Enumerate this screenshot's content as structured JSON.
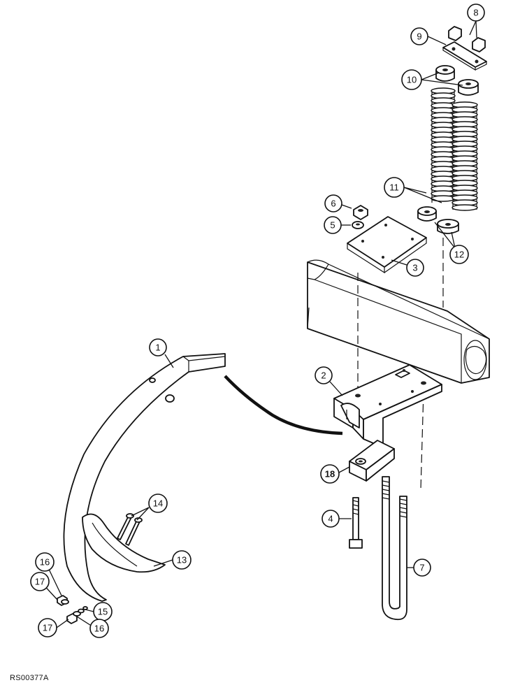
{
  "diagram": {
    "reference_code": "RS00377A",
    "callouts": [
      {
        "id": "callout-1",
        "label": "1"
      },
      {
        "id": "callout-2",
        "label": "2"
      },
      {
        "id": "callout-3",
        "label": "3"
      },
      {
        "id": "callout-4",
        "label": "4"
      },
      {
        "id": "callout-5",
        "label": "5"
      },
      {
        "id": "callout-6",
        "label": "6"
      },
      {
        "id": "callout-7",
        "label": "7"
      },
      {
        "id": "callout-8",
        "label": "8"
      },
      {
        "id": "callout-9",
        "label": "9"
      },
      {
        "id": "callout-10",
        "label": "10"
      },
      {
        "id": "callout-11",
        "label": "11"
      },
      {
        "id": "callout-12",
        "label": "12"
      },
      {
        "id": "callout-13",
        "label": "13"
      },
      {
        "id": "callout-14",
        "label": "14"
      },
      {
        "id": "callout-15",
        "label": "15"
      },
      {
        "id": "callout-16a",
        "label": "16"
      },
      {
        "id": "callout-16b",
        "label": "16"
      },
      {
        "id": "callout-17a",
        "label": "17"
      },
      {
        "id": "callout-17b",
        "label": "17"
      },
      {
        "id": "callout-18",
        "label": "18"
      }
    ]
  }
}
